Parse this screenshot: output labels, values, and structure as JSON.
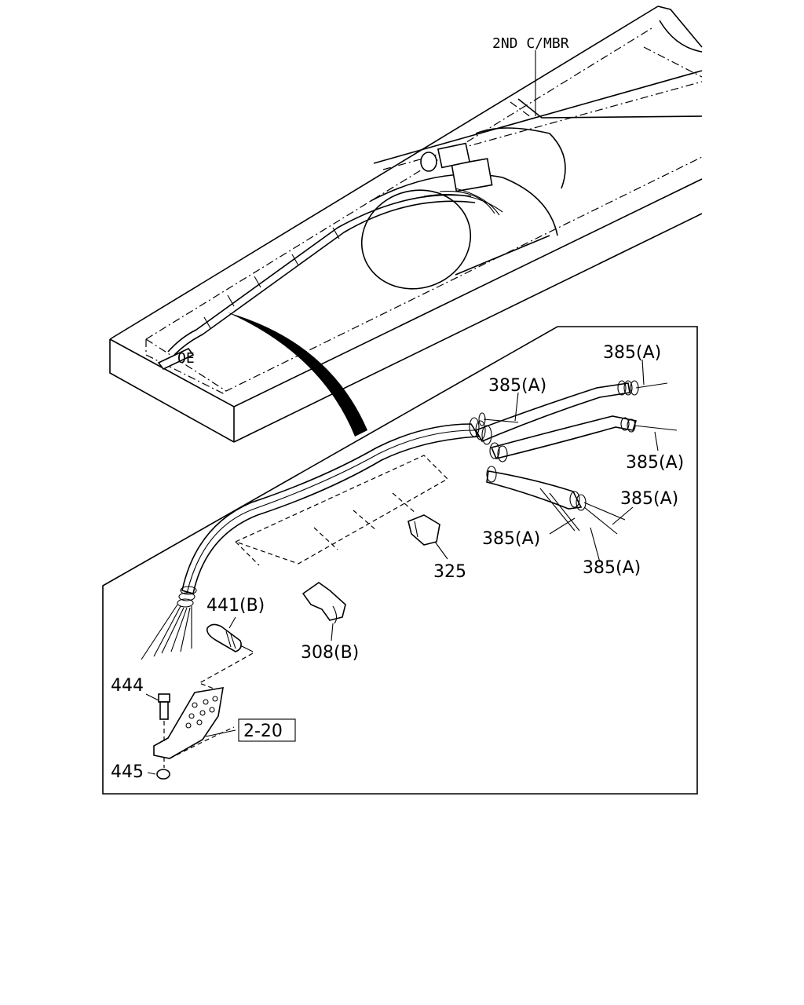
{
  "diagram": {
    "top_view_label": "2ND C/MBR",
    "callouts": {
      "harness_end_top": "385(A)",
      "harness_branch_upper": "385(A)",
      "harness_end_right": "385(A)",
      "harness_lower_right": "385(A)",
      "harness_lower_left": "385(A)",
      "harness_lower_mid": "385(A)",
      "clip_325": "325",
      "fuse_441b": "441(B)",
      "clip_308b": "308(B)",
      "bolt_444": "444",
      "nut_445": "445",
      "ref_2_20": "2-20"
    }
  }
}
